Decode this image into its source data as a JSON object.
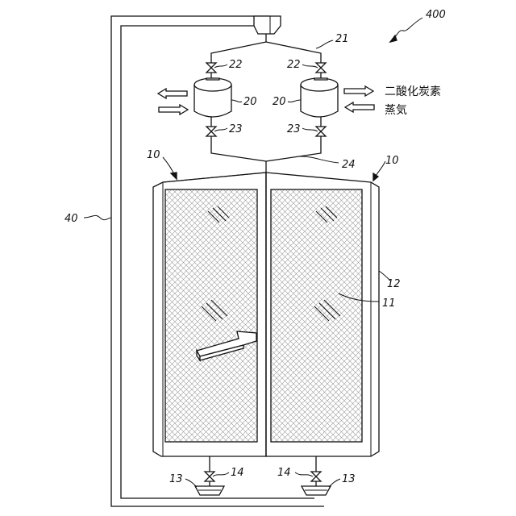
{
  "figure": {
    "system_ref": "400",
    "pipe_ref": "40",
    "labels": {
      "manifold_top": "21",
      "valve_top_left": "22",
      "valve_top_right": "22",
      "tank_left": "20",
      "tank_right": "20",
      "valve_mid_left": "23",
      "valve_mid_right": "23",
      "manifold_bottom": "24",
      "unit_left": "10",
      "unit_right": "10",
      "frame": "12",
      "sorbent": "11",
      "valve_bottom_left": "14",
      "valve_bottom_right": "14",
      "drain_left": "13",
      "drain_right": "13"
    },
    "outputs": {
      "co2": "二酸化炭素",
      "steam": "蒸気"
    }
  }
}
